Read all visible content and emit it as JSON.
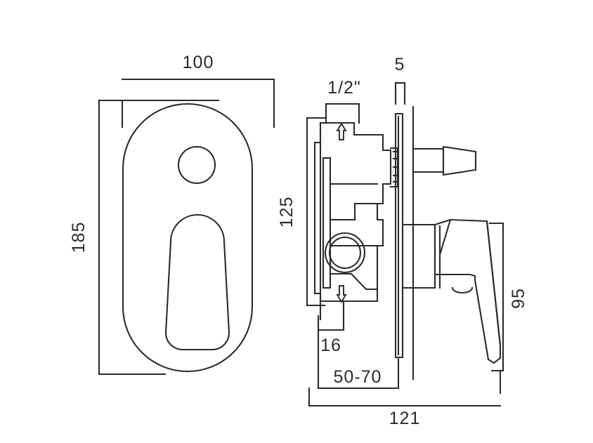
{
  "drawing": {
    "type": "technical-dimension-drawing",
    "subject": "concealed shower/bath mixer valve with diverter",
    "background_color": "#ffffff",
    "line_color": "#2b2b2b",
    "text_color": "#2b2b2b",
    "units": "mm (except 1/2\" thread)",
    "views": [
      {
        "name": "front-view",
        "label": ""
      },
      {
        "name": "side-section-view",
        "label": ""
      }
    ]
  },
  "dimensions": {
    "front_width": "100",
    "front_height": "185",
    "body_height": "125",
    "plate_thickness": "5",
    "thread_size": "1/2\"",
    "handle_drop": "95",
    "body_front_offset": "16",
    "wall_depth_range": "50-70",
    "total_depth": "121"
  },
  "annotations": {
    "inlet_arrow": "up-arrow",
    "outlet_arrow": "down-arrow"
  },
  "chart_data": {
    "type": "table",
    "title": "",
    "categories": [
      "front_width",
      "front_height",
      "body_height",
      "plate_thickness",
      "thread_size",
      "handle_drop",
      "body_front_offset",
      "wall_depth_range",
      "total_depth"
    ],
    "values": [
      "100",
      "185",
      "125",
      "5",
      "1/2\"",
      "95",
      "16",
      "50-70",
      "121"
    ]
  }
}
